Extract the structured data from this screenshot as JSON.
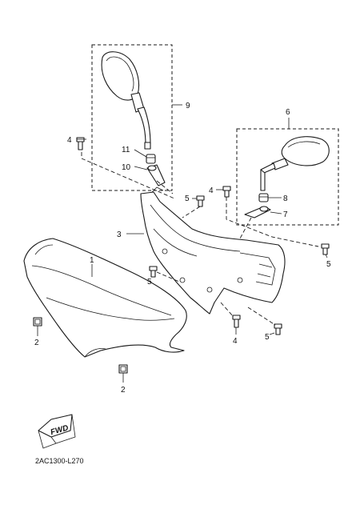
{
  "callouts": {
    "c1": "1",
    "c2a": "2",
    "c2b": "2",
    "c3": "3",
    "c4a": "4",
    "c4b": "4",
    "c4c": "4",
    "c5a": "5",
    "c5b": "5",
    "c5c": "5",
    "c5d": "5",
    "c6": "6",
    "c7": "7",
    "c8": "8",
    "c9": "9",
    "c10": "10",
    "c11": "11"
  },
  "fwd_label": "FWD",
  "diagram_code": "2AC1300-L270",
  "icons": {
    "fwd": "fwd-arrow-icon",
    "mirror": "mirror-icon",
    "bolt": "bolt-icon",
    "clip": "clip-nut-icon"
  }
}
